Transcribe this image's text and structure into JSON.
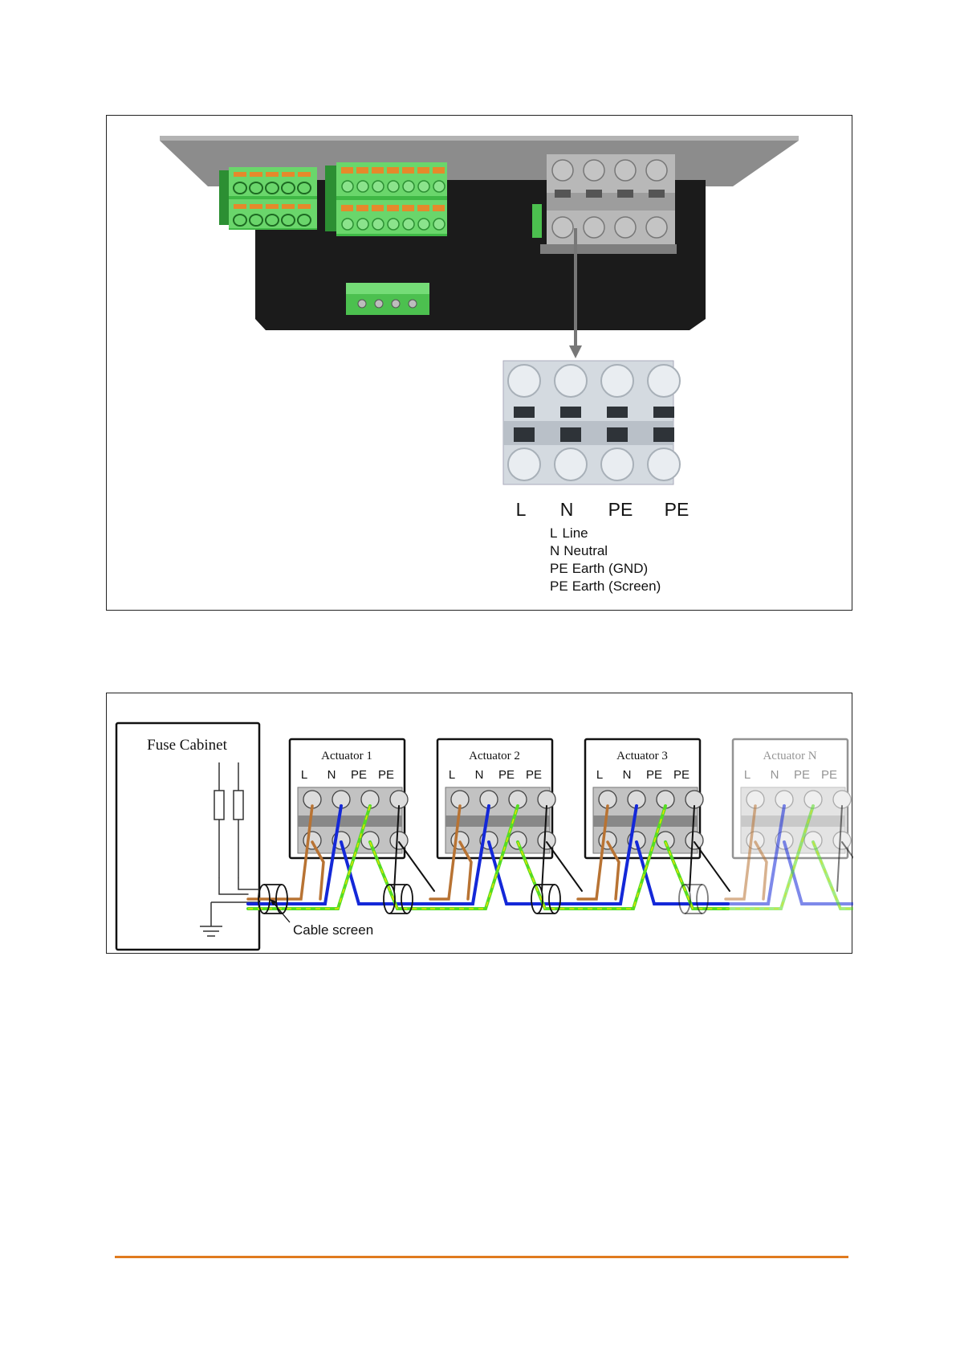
{
  "figure1": {
    "terminal_labels": [
      "L",
      "N",
      "PE",
      "PE"
    ],
    "legend": [
      {
        "code": "L",
        "desc": "Line"
      },
      {
        "code": "N",
        "desc": "Neutral"
      },
      {
        "code": "PE",
        "desc": "Earth (GND)"
      },
      {
        "code": "PE",
        "desc": "Earth (Screen)"
      }
    ]
  },
  "figure2": {
    "fuse_cabinet_label": "Fuse Cabinet",
    "actuators": [
      {
        "title": "Actuator 1",
        "faded": false
      },
      {
        "title": "Actuator 2",
        "faded": false
      },
      {
        "title": "Actuator 3",
        "faded": false
      },
      {
        "title": "Actuator N",
        "faded": true
      }
    ],
    "actuator_terminal_labels": [
      "L",
      "N",
      "PE",
      "PE"
    ],
    "cable_screen_label": "Cable screen"
  },
  "colors": {
    "line": "#b87333",
    "neutral": "#1428d8",
    "earth": "#55dd22",
    "earth_stripe": "#e8e200",
    "screen": "#111111",
    "accent": "#e07b1f",
    "connector_green": "#5fd45f",
    "connector_orange": "#e5892b",
    "terminal_grey": "#9a9a9a"
  }
}
